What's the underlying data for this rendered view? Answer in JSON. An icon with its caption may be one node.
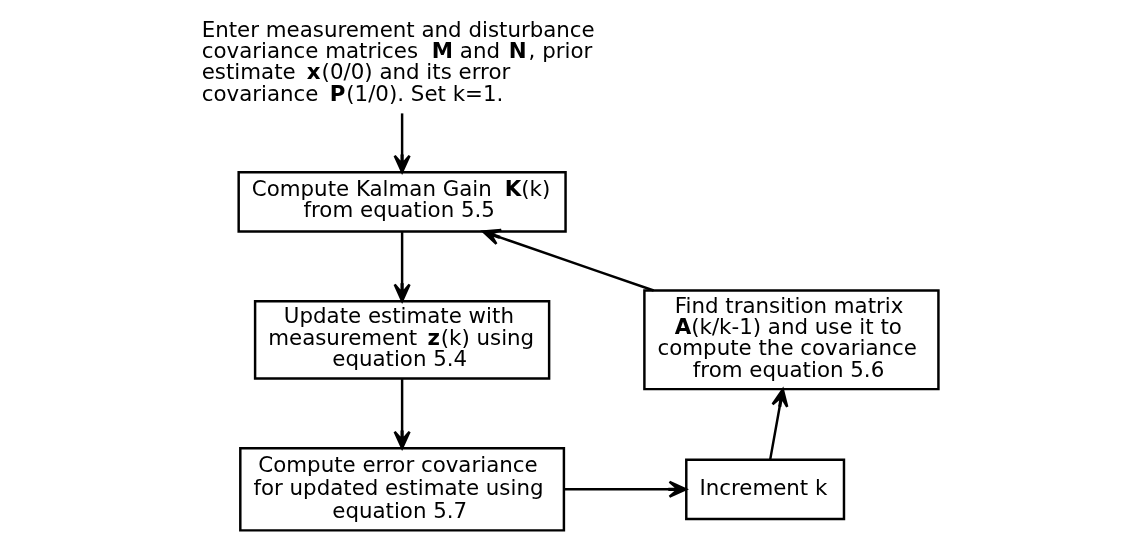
{
  "diagram": {
    "nodes": [
      {
        "text": [
          "Enter measurement and disturbance covariance matrices **M** and **N**, prior estimate **x**(0/0) and its error covariance **P**(1/0). Set k=1."
        ]
      },
      {
        "text": [
          "Compute Kalman Gain **K**(k) from equation 5.5"
        ]
      },
      {
        "text": [
          "Update estimate with measurement **z**(k) using equation 5.4"
        ]
      },
      {
        "text": [
          "Compute error covariance for updated estimate using equation 5.7"
        ]
      },
      {
        "text": [
          "Increment k"
        ]
      },
      {
        "text": [
          "Find transition matrix **A**(k/k-1) and use it to compute the covariance from equation 5.6"
        ]
      }
    ],
    "edges": [
      {
        "from": 0,
        "to": 1,
        "arrow": "to"
      },
      {
        "from": 1,
        "to": 2,
        "arrow": "to"
      },
      {
        "from": 2,
        "to": 3,
        "arrow": "to"
      },
      {
        "from": 3,
        "to": 4,
        "arrow": "to"
      },
      {
        "from": 4,
        "to": 5,
        "arrow": "to"
      },
      {
        "from": 5,
        "to": 1,
        "arrow": "to"
      }
    ]
  }
}
